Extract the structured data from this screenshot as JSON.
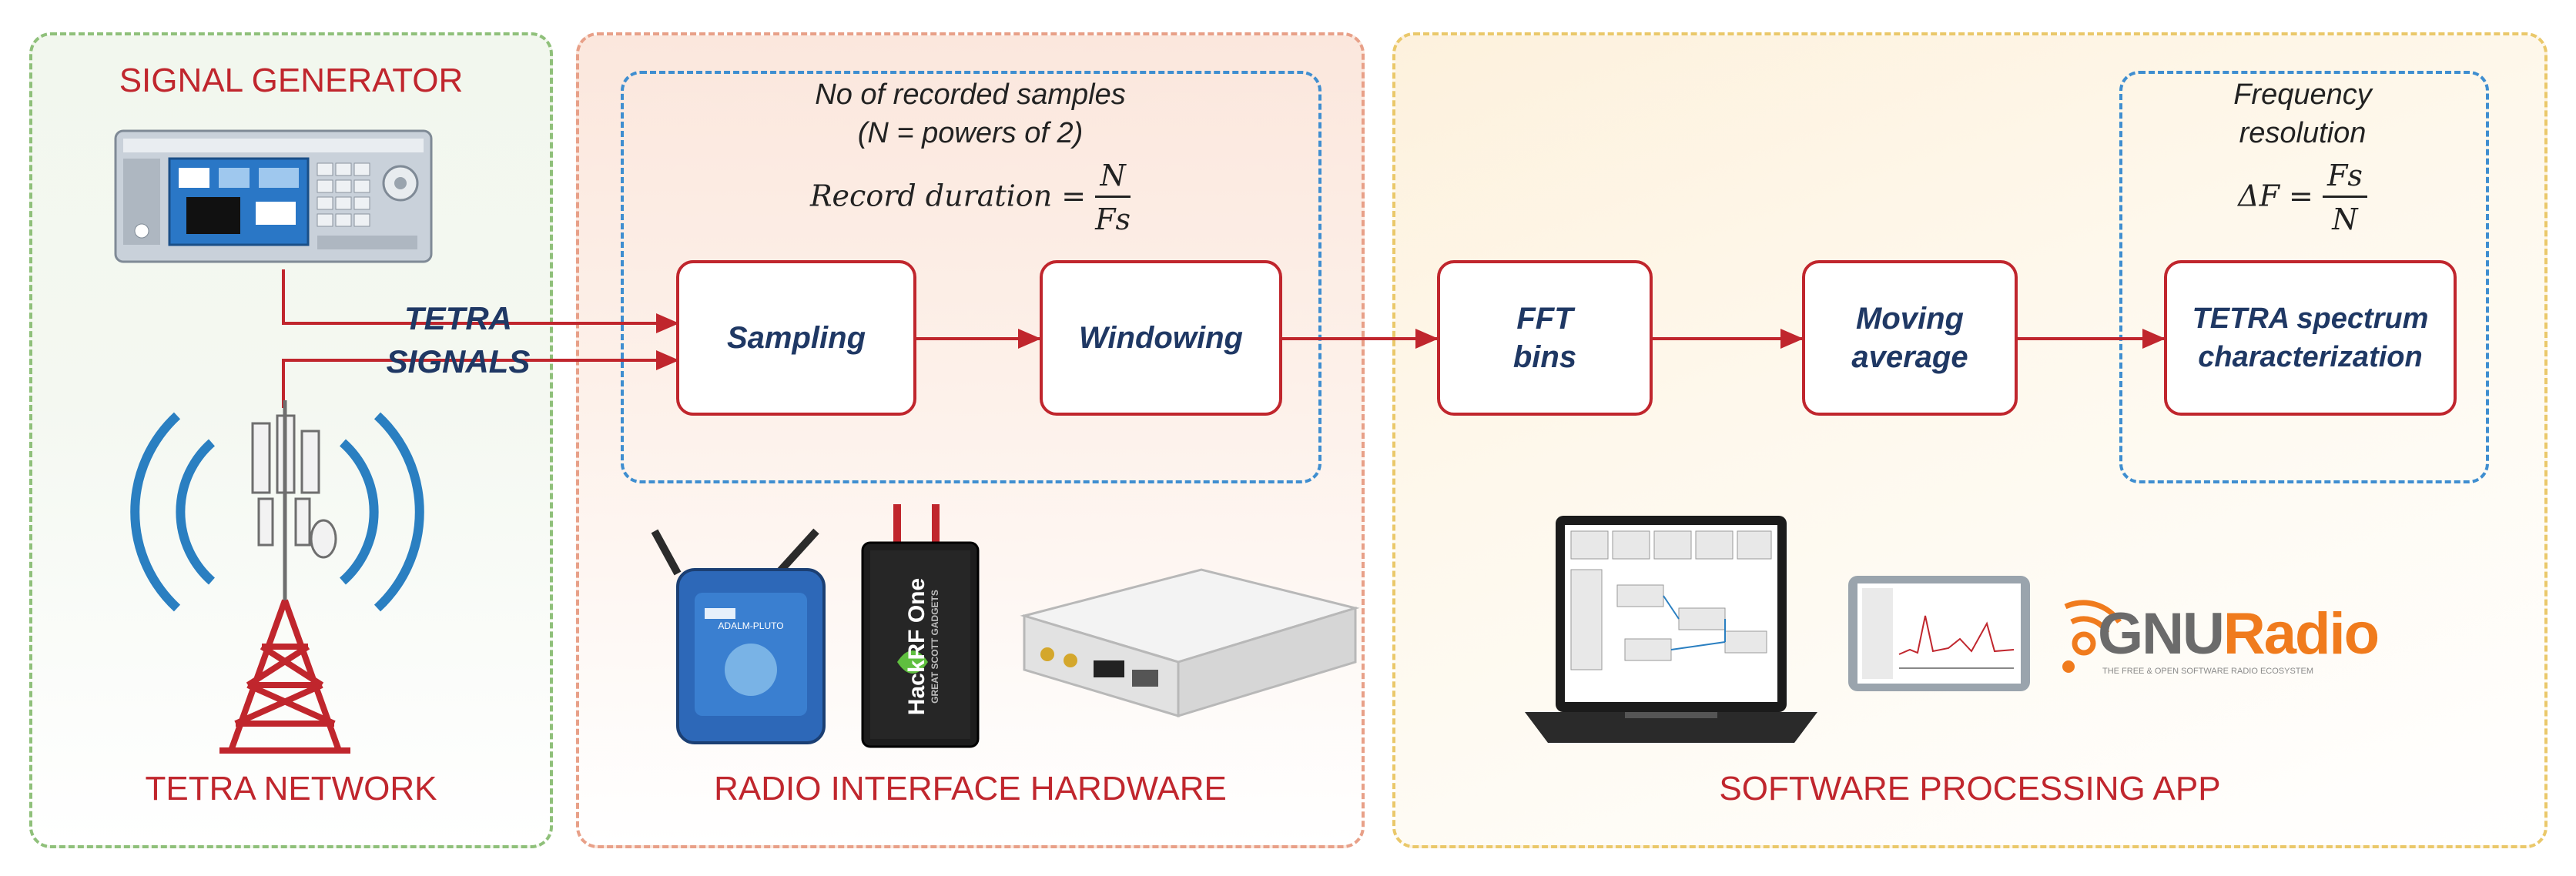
{
  "panels": {
    "generator": {
      "top_title": "SIGNAL GENERATOR",
      "bottom_title": "TETRA NETWORK"
    },
    "radio": {
      "title": "RADIO INTERFACE HARDWARE"
    },
    "software": {
      "title": "SOFTWARE PROCESSING APP"
    }
  },
  "signal_label": {
    "line1": "TETRA",
    "line2": "SIGNALS"
  },
  "radio_note": {
    "line1": "No of recorded samples",
    "line2": "(N = powers of 2)",
    "formula_lhs": "Record duration = ",
    "formula_num": "N",
    "formula_den": "Fs"
  },
  "software_note": {
    "line1": "Frequency",
    "line2": "resolution",
    "formula_lhs": "ΔF = ",
    "formula_num": "Fs",
    "formula_den": "N"
  },
  "blocks": {
    "sampling": "Sampling",
    "windowing": "Windowing",
    "fft_line1": "FFT",
    "fft_line2": "bins",
    "moving_line1": "Moving",
    "moving_line2": "average",
    "tetra_line1": "TETRA spectrum",
    "tetra_line2": "characterization"
  },
  "hardware": {
    "pluto_label": "ADALM-PLUTO",
    "hackrf_line1": "HackRF One",
    "hackrf_line2": "GREAT SCOTT GADGETS"
  },
  "gnuradio": {
    "wordmark": "GNURadio",
    "tagline": "THE FREE & OPEN SOFTWARE RADIO ECOSYSTEM"
  },
  "colors": {
    "accent_red": "#c0262d",
    "navy": "#1f3864",
    "blue_dashed": "#3f8ed0"
  }
}
